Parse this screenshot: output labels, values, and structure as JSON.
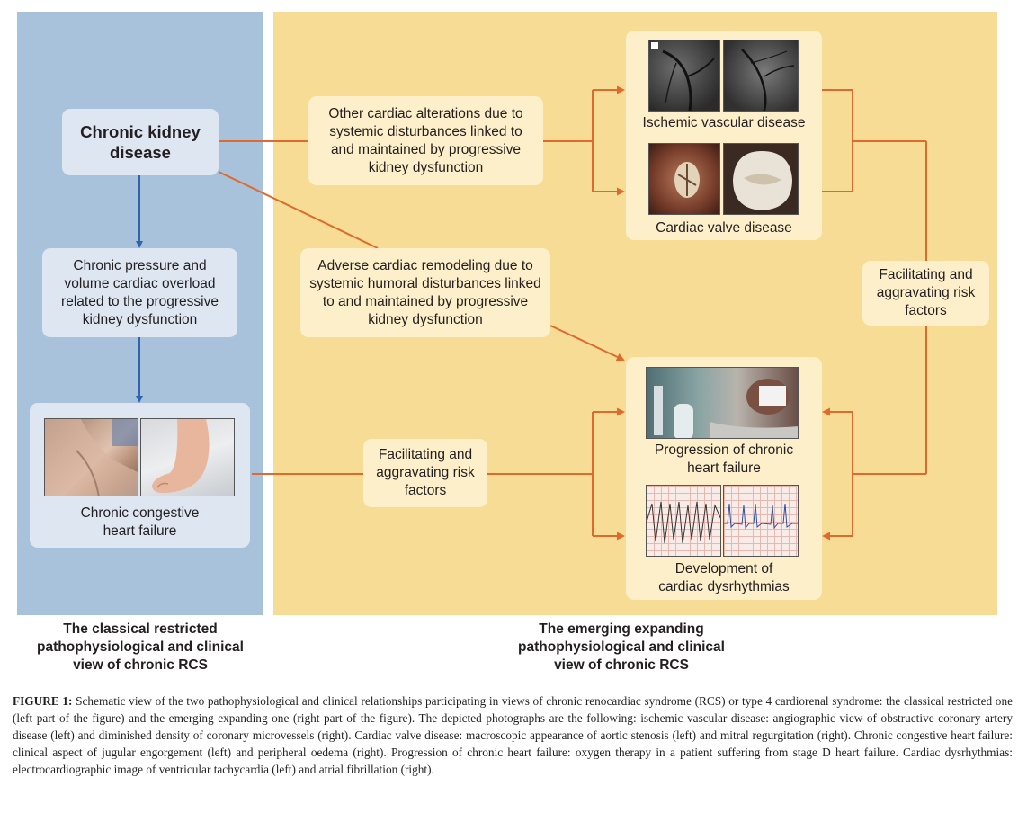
{
  "left_panel": {
    "ckd_box": "Chronic kidney disease",
    "pressure_box": "Chronic pressure and volume cardiac overload related to the progressive kidney dysfunction",
    "chf_caption": "Chronic congestive heart failure",
    "title": "The classical restricted pathophysiological and clinical view of chronic RCS"
  },
  "right_panel": {
    "other_alterations_box": "Other cardiac alterations due to systemic disturbances linked to and maintained by progressive kidney dysfunction",
    "remodeling_box": "Adverse cardiac remodeling due to systemic humoral disturbances linked to and maintained by progressive kidney dysfunction",
    "facilitating_box_left": "Facilitating and aggravating risk factors",
    "facilitating_box_right": "Facilitating and aggravating risk factors",
    "ischemic_caption": "Ischemic vascular disease",
    "valve_caption": "Cardiac valve disease",
    "progression_caption": "Progression of chronic heart failure",
    "dysrhythmia_caption": "Development of cardiac dysrhythmias",
    "title": "The emerging expanding pathophysiological and clinical view of chronic RCS"
  },
  "figure_caption": {
    "label": "FIGURE 1:",
    "text": "Schematic view of the two pathophysiological and clinical relationships participating in views of chronic renocardiac syndrome (RCS) or type 4 cardiorenal syndrome: the classical restricted one (left part of the figure) and the emerging expanding one (right part of the figure). The depicted photographs are the following: ischemic vascular disease: angiographic view of obstructive coronary artery disease (left) and diminished density of coronary microvessels (right). Cardiac valve disease: macroscopic appearance of aortic stenosis (left) and mitral regurgitation (right). Chronic congestive heart failure: clinical aspect of jugular engorgement (left) and peripheral oedema (right). Progression of chronic heart failure: oxygen therapy in a patient suffering from stage D heart failure. Cardiac dysrhythmias: electrocardiographic image of ventricular tachycardia (left) and atrial fibrillation (right)."
  },
  "colors": {
    "left_panel": "#a9c2dc",
    "right_panel": "#f6dc94",
    "blue_arrow": "#2e64b0",
    "orange_arrow": "#e06a2e"
  }
}
